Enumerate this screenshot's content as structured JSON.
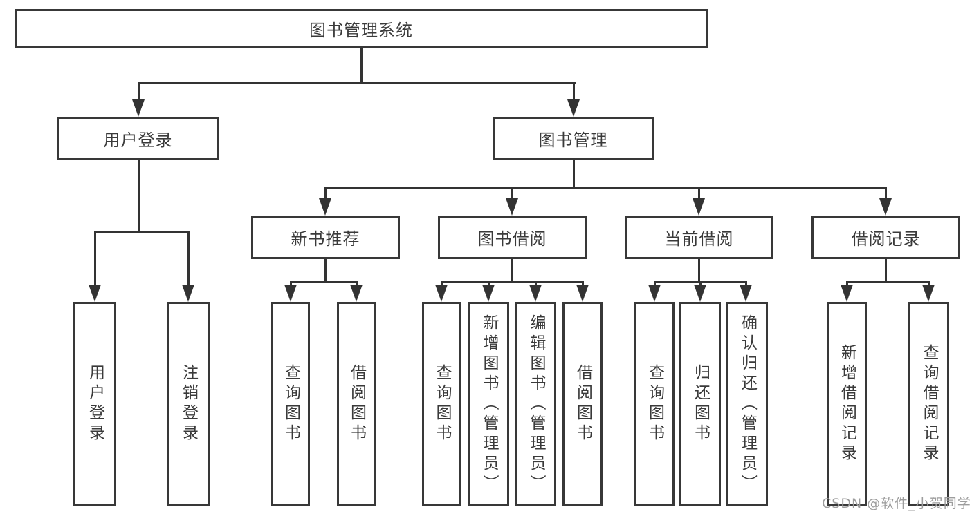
{
  "diagram": {
    "tree": {
      "root": {
        "label": "图书管理系统"
      },
      "children": [
        {
          "label": "用户登录",
          "children": [
            {
              "label": "用户登录"
            },
            {
              "label": "注销登录"
            }
          ]
        },
        {
          "label": "图书管理",
          "children": [
            {
              "label": "新书推荐",
              "children": [
                {
                  "label": "查询图书"
                },
                {
                  "label": "借阅图书"
                }
              ]
            },
            {
              "label": "图书借阅",
              "children": [
                {
                  "label": "查询图书"
                },
                {
                  "label": "新增图书（管理员）"
                },
                {
                  "label": "编辑图书（管理员）"
                },
                {
                  "label": "借阅图书"
                }
              ]
            },
            {
              "label": "当前借阅",
              "children": [
                {
                  "label": "查询图书"
                },
                {
                  "label": "归还图书"
                },
                {
                  "label": "确认归还（管理员）"
                }
              ]
            },
            {
              "label": "借阅记录",
              "children": [
                {
                  "label": "新增借阅记录"
                },
                {
                  "label": "查询借阅记录"
                }
              ]
            }
          ]
        }
      ]
    }
  },
  "watermark": {
    "text": "CSDN @软件_小贺同学"
  },
  "colors": {
    "line": "#333333",
    "border": "#383838",
    "text": "#3a3a3a",
    "background": "#ffffff",
    "watermark": "#9d9d9d"
  }
}
